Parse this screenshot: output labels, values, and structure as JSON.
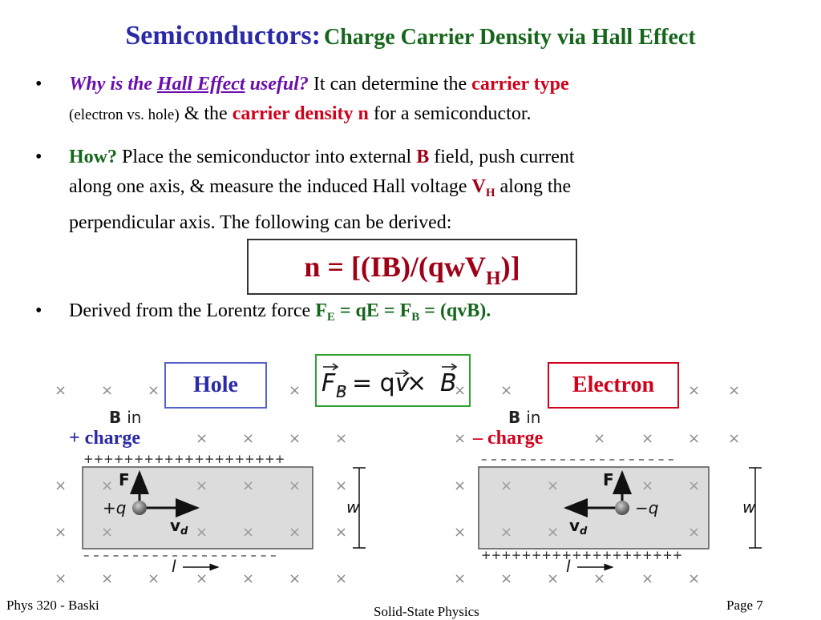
{
  "title": {
    "main": "Semiconductors:",
    "sub": "Charge Carrier Density via Hall Effect"
  },
  "bullets": [
    {
      "lead_a": "Why is the ",
      "lead_link": "Hall Effect",
      "lead_b": " useful?",
      "t1": " It can determine the ",
      "carrier_type": "carrier type",
      "small": "(electron vs. hole)",
      "t2": " & the ",
      "carrier_density": "carrier density n",
      "t3": " for a semiconductor."
    },
    {
      "lead": "How?",
      "t1": " Place the semiconductor into external ",
      "b": "B",
      "t2": " field,  push current",
      "t3": "along one axis, & measure the induced Hall voltage ",
      "vh": "V",
      "vh_sub": "H",
      "t4": " along the",
      "t5": "perpendicular axis. The following can be derived:"
    },
    {
      "t1": "Derived from the Lorentz force ",
      "fe": "F",
      "fe_sub": "E",
      "eq1": " = qE = F",
      "fb_sub": "B",
      "eq2": " = (qvB)."
    }
  ],
  "formula": {
    "left": "n = [(IB)/(qwV",
    "sub": "H",
    "right": ")]"
  },
  "lorentz_formula": {
    "f": "F",
    "f_sub": "B",
    "eq": " = q",
    "v": "v",
    "times": " × ",
    "b": "B"
  },
  "hole_panel": {
    "label": "Hole",
    "charge": "+ charge",
    "b_label": "B",
    "in_label": "in",
    "force_label": "F",
    "q_label": "+q",
    "v_label": "v",
    "v_sub": "d",
    "w_label": "w",
    "l_label": "l",
    "top_marks": "++++++++++++++++++++",
    "bottom_marks": "– – – – – – – – – – – – – – – – – – – –"
  },
  "electron_panel": {
    "label": "Electron",
    "charge": "– charge",
    "b_label": "B",
    "in_label": "in",
    "force_label": "F",
    "q_label": "−q",
    "v_label": "v",
    "v_sub": "d",
    "w_label": "w",
    "l_label": "l",
    "top_marks": "– – – – – – – – – – – – – – – – – – – –",
    "bottom_marks": "++++++++++++++++++++"
  },
  "footer": {
    "left": "Phys 320 - Baski",
    "center": "Solid-State Physics",
    "right": "Page 7"
  },
  "colors": {
    "title_blue": "#2a2aa8",
    "title_green": "#15661b",
    "accent_red": "#d0011b",
    "accent_purple": "#6a0dad"
  }
}
